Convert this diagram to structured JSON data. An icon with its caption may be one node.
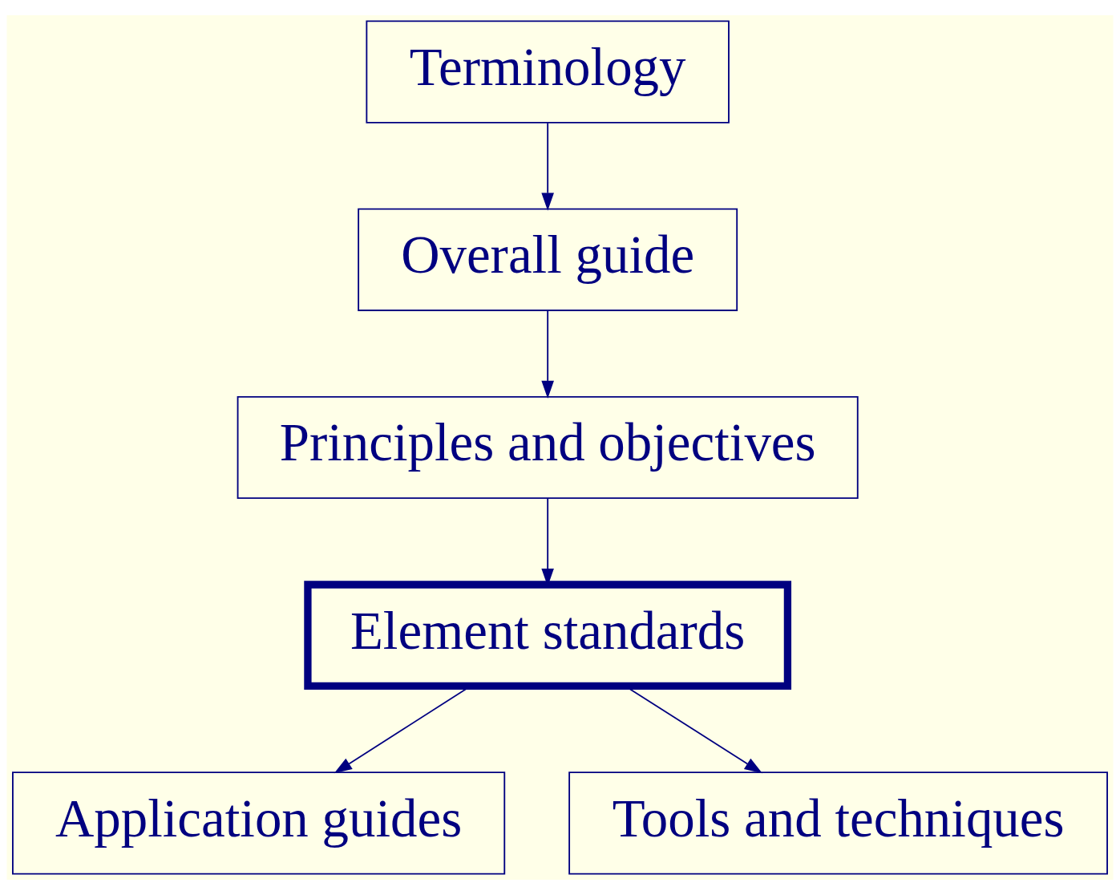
{
  "diagram": {
    "nodes": [
      {
        "text": [
          "Terminology"
        ]
      },
      {
        "text": [
          "Overall guide"
        ]
      },
      {
        "text": [
          "Principles and objectives"
        ]
      },
      {
        "text": [
          "Element standards"
        ]
      },
      {
        "text": [
          "Application guides"
        ]
      },
      {
        "text": [
          "Tools and techniques"
        ]
      }
    ],
    "edges": [
      {
        "from": 0,
        "to": 1,
        "arrow": "to"
      },
      {
        "from": 1,
        "to": 2,
        "arrow": "to"
      },
      {
        "from": 2,
        "to": 3,
        "arrow": "to"
      },
      {
        "from": 3,
        "to": 4,
        "arrow": "to"
      },
      {
        "from": 3,
        "to": 5,
        "arrow": "to"
      }
    ]
  }
}
